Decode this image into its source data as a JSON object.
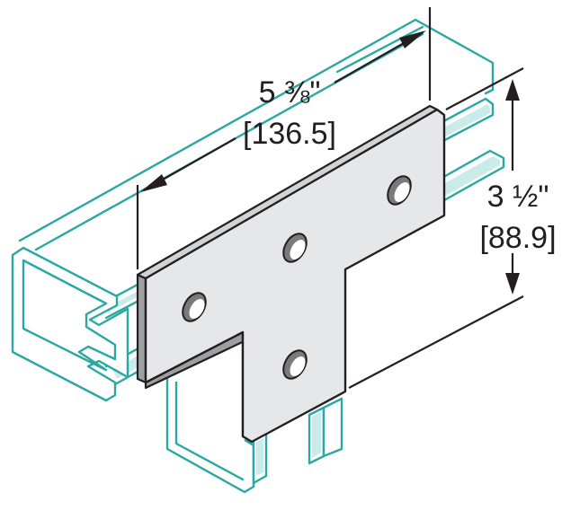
{
  "colors": {
    "channel_stroke": "#2aa8a4",
    "plate_face": "#e6e7e8",
    "plate_edge": "#231f20",
    "hole": "#7a7a7a",
    "dimension_line": "#231f20"
  },
  "dimensions": {
    "width_fraction": "5 ⅜\"",
    "width_metric": "[136.5]",
    "height_fraction": "3 ½\"",
    "height_metric": "[88.9]"
  }
}
